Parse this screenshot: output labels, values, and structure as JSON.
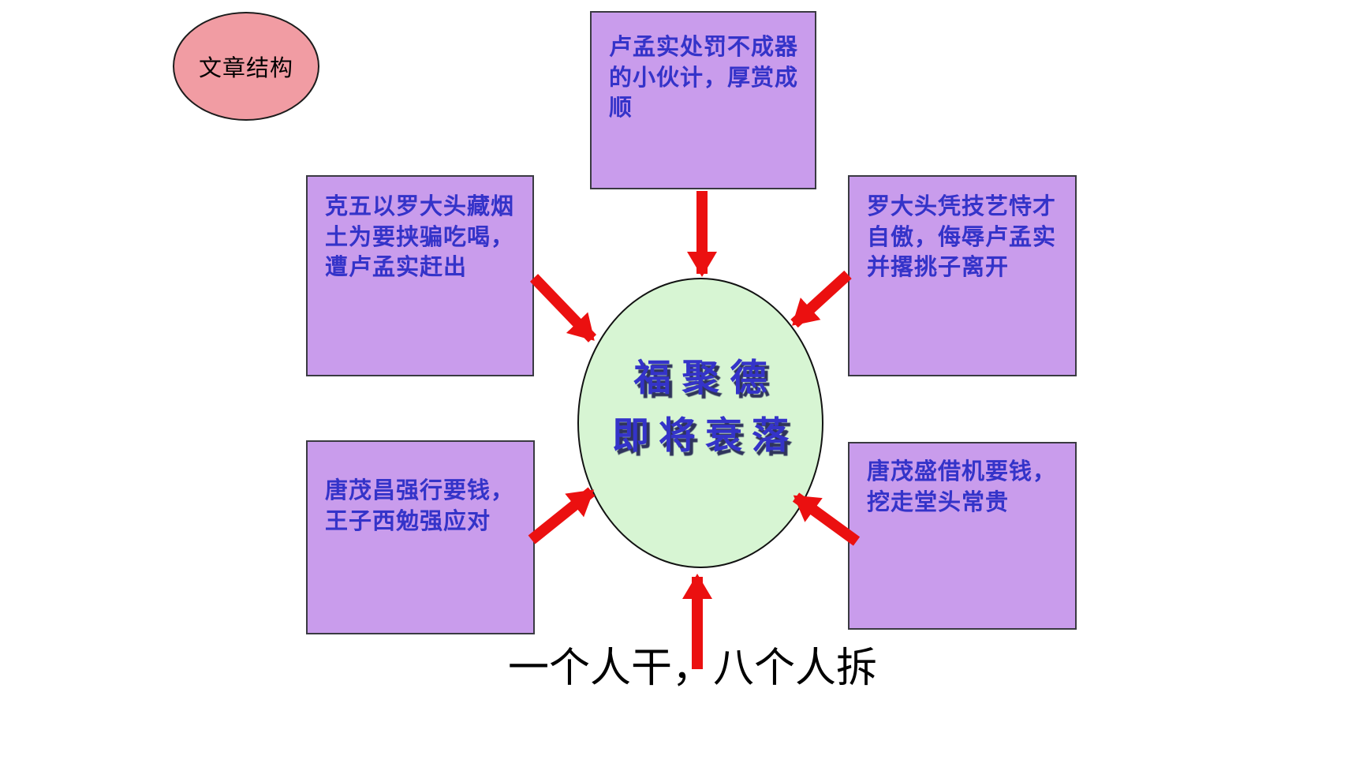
{
  "slide": {
    "background": "#FFFFFF"
  },
  "title_bubble": {
    "label": "文章结构"
  },
  "center_ellipse": {
    "line1": "福聚德",
    "line2": "即将衰落"
  },
  "boxes": [
    {
      "name": "top",
      "text": "卢孟实处罚不成器的小伙计，厚赏成顺"
    },
    {
      "name": "left",
      "text": "克五以罗大头藏烟土为要挟骗吃喝，遭卢孟实赶出"
    },
    {
      "name": "right",
      "text": "罗大头凭技艺恃才自傲，侮辱卢孟实并撂挑子离开"
    },
    {
      "name": "bottom_left",
      "text": "唐茂昌强行要钱，王子西勉强应对"
    },
    {
      "name": "bottom_right",
      "text": "唐茂盛借机要钱，挖走堂头常贵"
    }
  ],
  "caption": {
    "text": "一个人干，八个人拆"
  },
  "colors": {
    "slide_bg": "#FFFFFF",
    "title_bubble_fill": "#F19CA3",
    "box_fill": "#C99CEC",
    "box_text": "#3433C9",
    "center_fill": "#D7F5D3",
    "arrow": "#EB1010",
    "caption_text": "#000000"
  }
}
